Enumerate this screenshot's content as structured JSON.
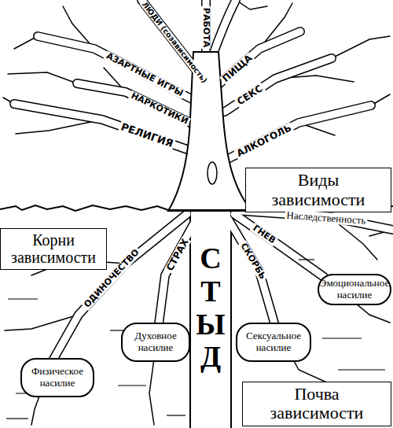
{
  "diagram": {
    "nodes": [
      {
        "text": [
          "Виды зависимости"
        ]
      },
      {
        "text": [
          "Корни зависимости"
        ]
      },
      {
        "text": [
          "Эмоциональное насилие"
        ]
      },
      {
        "text": [
          "Духовное насилие"
        ]
      },
      {
        "text": [
          "Сексуальное насилие"
        ]
      },
      {
        "text": [
          "Физическое насилие"
        ]
      },
      {
        "text": [
          "Почва зависимости"
        ]
      }
    ],
    "labels": [
      "РАБОТА",
      "ЛЮДИ (созависимость)",
      "ПИЩА",
      "АЗАРТНЫЕ ИГРЫ",
      "НАРКОТИКИ",
      "СЕКС",
      "РЕЛИГИЯ",
      "АЛКОГОЛЬ",
      "Наследственность",
      "ГНЕВ",
      "СКОРБЬ",
      "ОДИНОЧЕСТВО",
      "СТРАХ",
      "СТЫД"
    ]
  }
}
